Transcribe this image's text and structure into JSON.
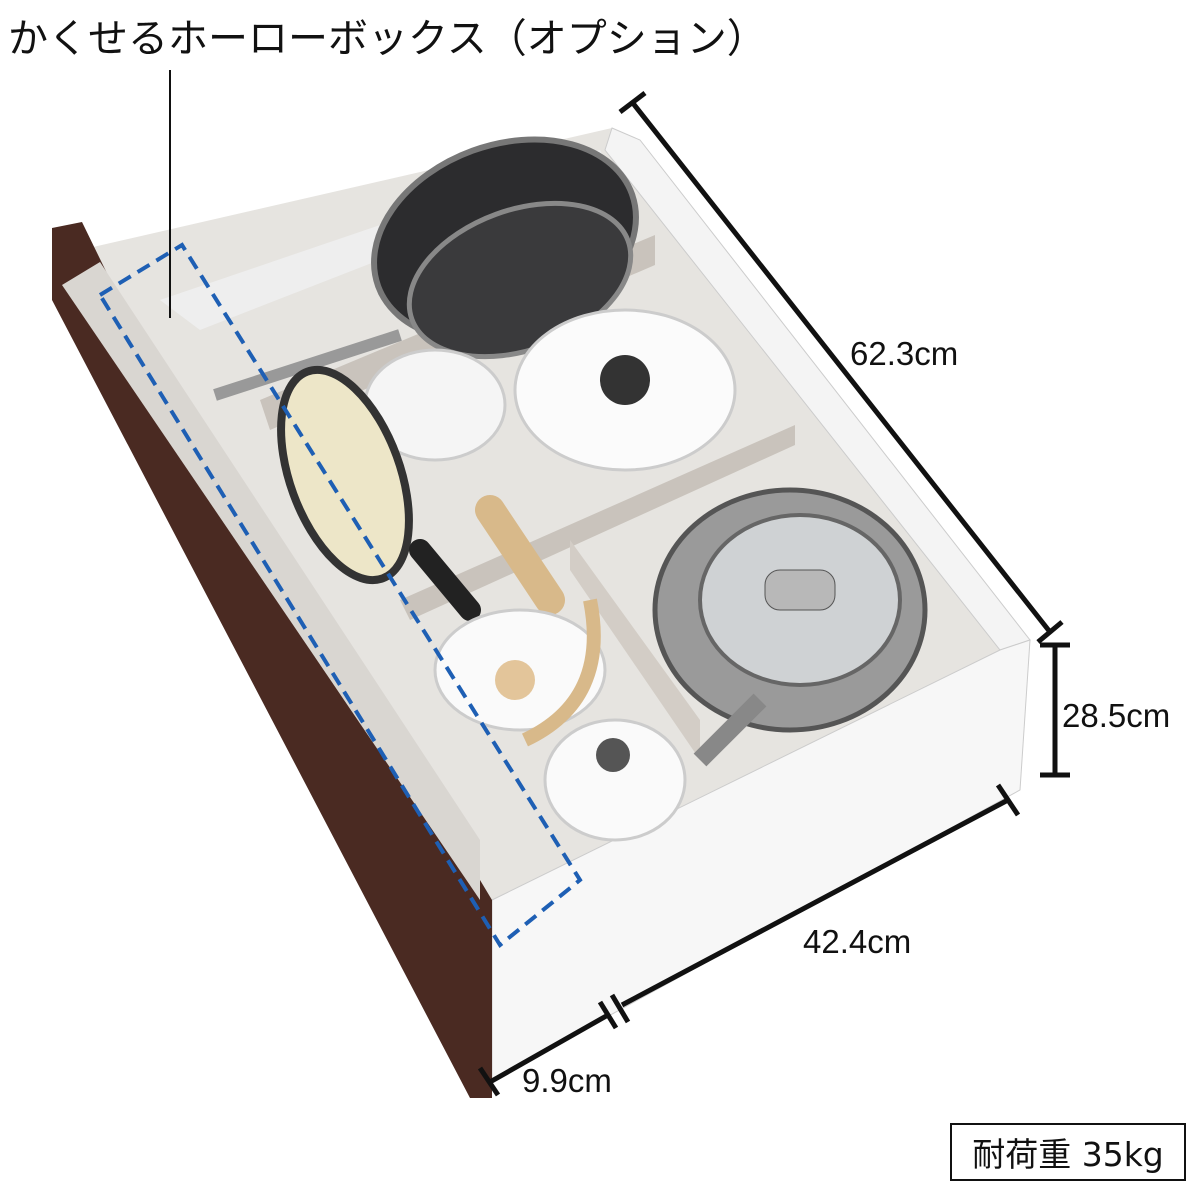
{
  "title": "かくせるホーローボックス（オプション）",
  "dimensions": {
    "depth": "62.3cm",
    "height": "28.5cm",
    "width_main": "42.4cm",
    "width_box": "9.9cm"
  },
  "capacity_label": "耐荷重 35kg",
  "colors": {
    "front_panel": "#4a2a22",
    "dashed_outline": "#1e5fb4",
    "interior": "#dcdad6"
  }
}
